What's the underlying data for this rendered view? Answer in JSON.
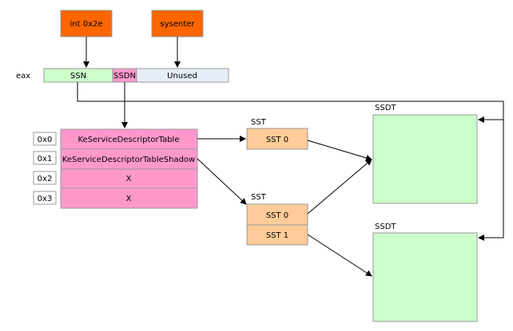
{
  "entry_points": {
    "int_label": "int 0x2e",
    "sysenter_label": "sysenter"
  },
  "eax": {
    "label": "eax",
    "ssn": "SSN",
    "ssdn": "SSDN",
    "unused": "Unused"
  },
  "descriptor_table": {
    "indices": [
      "0x0",
      "0x1",
      "0x2",
      "0x3"
    ],
    "entries": [
      "KeServiceDescriptorTable",
      "KeServiceDescriptorTableShadow",
      "X",
      "X"
    ]
  },
  "sst_top": {
    "title": "SST",
    "rows": [
      "SST 0"
    ]
  },
  "sst_bottom": {
    "title": "SST",
    "rows": [
      "SST 0",
      "SST 1"
    ]
  },
  "ssdt_top": {
    "title": "SSDT"
  },
  "ssdt_bottom": {
    "title": "SSDT"
  },
  "colors": {
    "entry_fill": "#FF6600",
    "ssn_fill": "#CCFFCC",
    "ssdn_fill": "#FF99CC",
    "unused_fill": "#E6EEF8",
    "table_fill": "#FF99CC",
    "sst_fill": "#FFCC99",
    "ssdt_fill": "#CCFFCC",
    "box_stroke": "#999999",
    "line": "#000000"
  }
}
